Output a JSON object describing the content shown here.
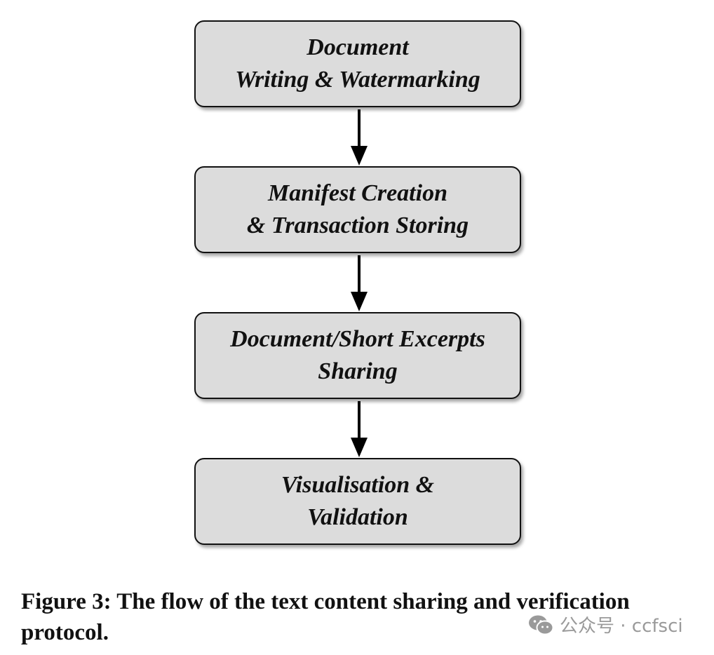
{
  "diagram": {
    "steps": [
      {
        "lines": [
          "Document",
          "Writing & Watermarking"
        ]
      },
      {
        "lines": [
          "Manifest Creation",
          "& Transaction Storing"
        ]
      },
      {
        "lines": [
          "Document/Short Excerpts",
          "Sharing"
        ]
      },
      {
        "lines": [
          "Visualisation &",
          "Validation"
        ]
      }
    ],
    "box_fill": "#dcdcdc",
    "stroke_color": "#111111"
  },
  "caption": {
    "text": "Figure 3: The flow of the text content sharing and verification protocol."
  },
  "watermark": {
    "icon": "wechat-icon",
    "text": "公众号 · ccfsci"
  }
}
